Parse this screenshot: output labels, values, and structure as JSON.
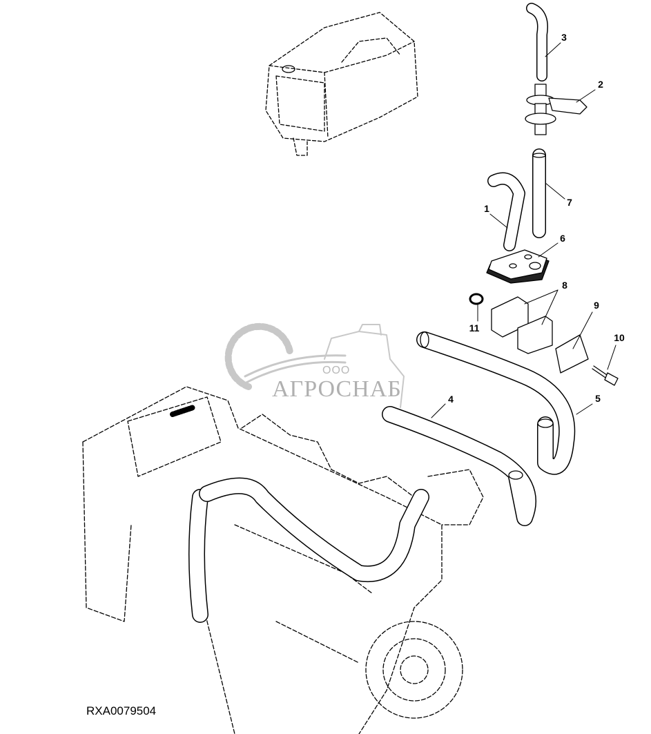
{
  "figure_id": "RXA0079504",
  "watermark": {
    "line1": "ООО",
    "line2": "АГРОСНАБ"
  },
  "callouts": [
    {
      "id": "3",
      "label": "3"
    },
    {
      "id": "2",
      "label": "2"
    },
    {
      "id": "7",
      "label": "7"
    },
    {
      "id": "1",
      "label": "1"
    },
    {
      "id": "6",
      "label": "6"
    },
    {
      "id": "8",
      "label": "8"
    },
    {
      "id": "9",
      "label": "9"
    },
    {
      "id": "11",
      "label": "11"
    },
    {
      "id": "10",
      "label": "10"
    },
    {
      "id": "5",
      "label": "5"
    },
    {
      "id": "4",
      "label": "4"
    }
  ]
}
